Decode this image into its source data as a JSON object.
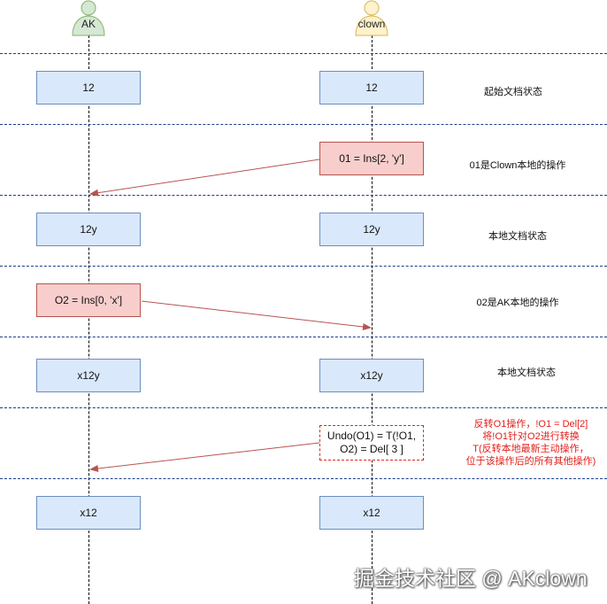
{
  "actors": {
    "left": "AK",
    "right": "clown"
  },
  "rows": [
    {
      "left_box": "12",
      "right_box": "12",
      "note": "起始文档状态"
    },
    {
      "right_box": "01 = Ins[2, 'y']",
      "note": "01是Clown本地的操作"
    },
    {
      "left_box": "12y",
      "right_box": "12y",
      "note": "本地文档状态"
    },
    {
      "left_box": "O2 = Ins[0, 'x']",
      "note": "02是AK本地的操作"
    },
    {
      "left_box": "x12y",
      "right_box": "x12y",
      "note": "本地文档状态"
    },
    {
      "right_box_lines": [
        "Undo(O1) =  T(!O1,",
        "O2) = Del[ 3 ]"
      ],
      "note_lines": [
        "反转O1操作，!O1 = Del[2]",
        "将!O1针对O2进行转换",
        "T(反转本地最新主动操作，",
        "位于该操作后的所有其他操作)"
      ]
    },
    {
      "left_box": "x12",
      "right_box": "x12"
    }
  ],
  "colors": {
    "state_fill": "#dae8fc",
    "state_stroke": "#6c8ebf",
    "op_fill": "#f8cecc",
    "op_stroke": "#b85450",
    "arrow": "#b85450",
    "undo_text": "#e0201b",
    "actor_ak": "#d5e8d4",
    "actor_clown": "#fff2cc"
  },
  "watermark": "掘金技术社区 @ AKclown"
}
